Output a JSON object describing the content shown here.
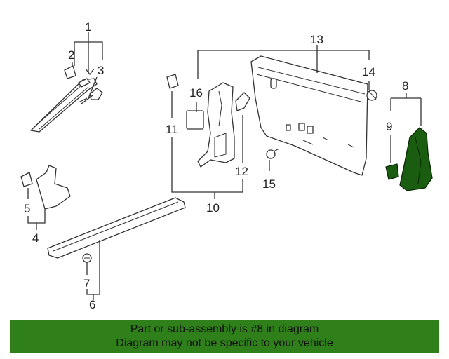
{
  "callouts": {
    "c1": "1",
    "c2": "2",
    "c3": "3",
    "c4": "4",
    "c5": "5",
    "c6": "6",
    "c7": "7",
    "c8": "8",
    "c9": "9",
    "c10": "10",
    "c11": "11",
    "c12": "12",
    "c13": "13",
    "c14": "14",
    "c15": "15",
    "c16": "16"
  },
  "highlight_color": "#1a5c10",
  "banner": {
    "line1": "Part or sub-assembly is #8 in diagram",
    "line2": "Diagram may not be specific to your vehicle",
    "background": "#2f7f1a"
  }
}
